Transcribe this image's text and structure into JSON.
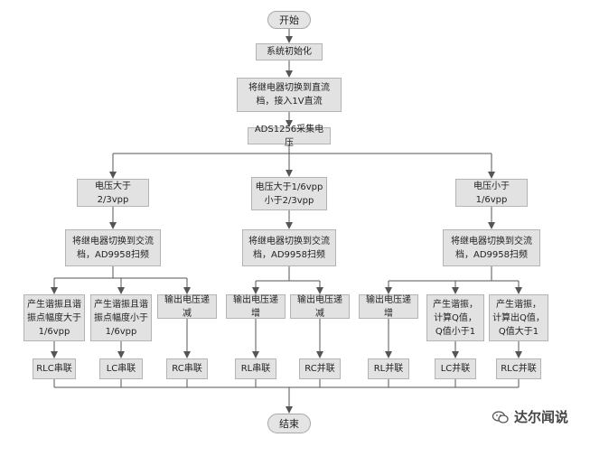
{
  "flowchart": {
    "start": "开始",
    "init": "系统初始化",
    "relay_dc": "将继电器切换到直流\n档，接入1V直流",
    "ads_sample": "ADS1256采集电压",
    "branches": [
      {
        "condition": "电压大于2/3vpp",
        "relay_ac": "将继电器切换到交流\n档，AD9958扫频",
        "cases": [
          {
            "action": "产生谐振且谐\n振点幅度大于\n1/6vpp",
            "result": "RLC串联"
          },
          {
            "action": "产生谐振且谐\n振点幅度小于\n1/6vpp",
            "result": "LC串联"
          },
          {
            "action": "输出电压递减",
            "result": "RC串联"
          }
        ]
      },
      {
        "condition": "电压大于1/6vpp\n小于2/3vpp",
        "relay_ac": "将继电器切换到交流\n档，AD9958扫频",
        "cases": [
          {
            "action": "输出电压递增",
            "result": "RL串联"
          },
          {
            "action": "输出电压递减",
            "result": "RC并联"
          }
        ]
      },
      {
        "condition": "电压小于1/6vpp",
        "relay_ac": "将继电器切换到交流\n档，AD9958扫频",
        "cases": [
          {
            "action": "输出电压递增",
            "result": "RL并联"
          },
          {
            "action": "产生谐振，\n计算Q值，\nQ值小于1",
            "result": "LC并联"
          },
          {
            "action": "产生谐振，\n计算出Q值，\nQ值大于1",
            "result": "RLC并联"
          }
        ]
      }
    ],
    "end": "结束"
  },
  "watermark": {
    "icon": "wechat-chat-icon",
    "text": "达尔闻说"
  },
  "colors": {
    "box_fill": "#e2e2e2",
    "box_border": "#b4b4b4",
    "line": "#555555"
  }
}
